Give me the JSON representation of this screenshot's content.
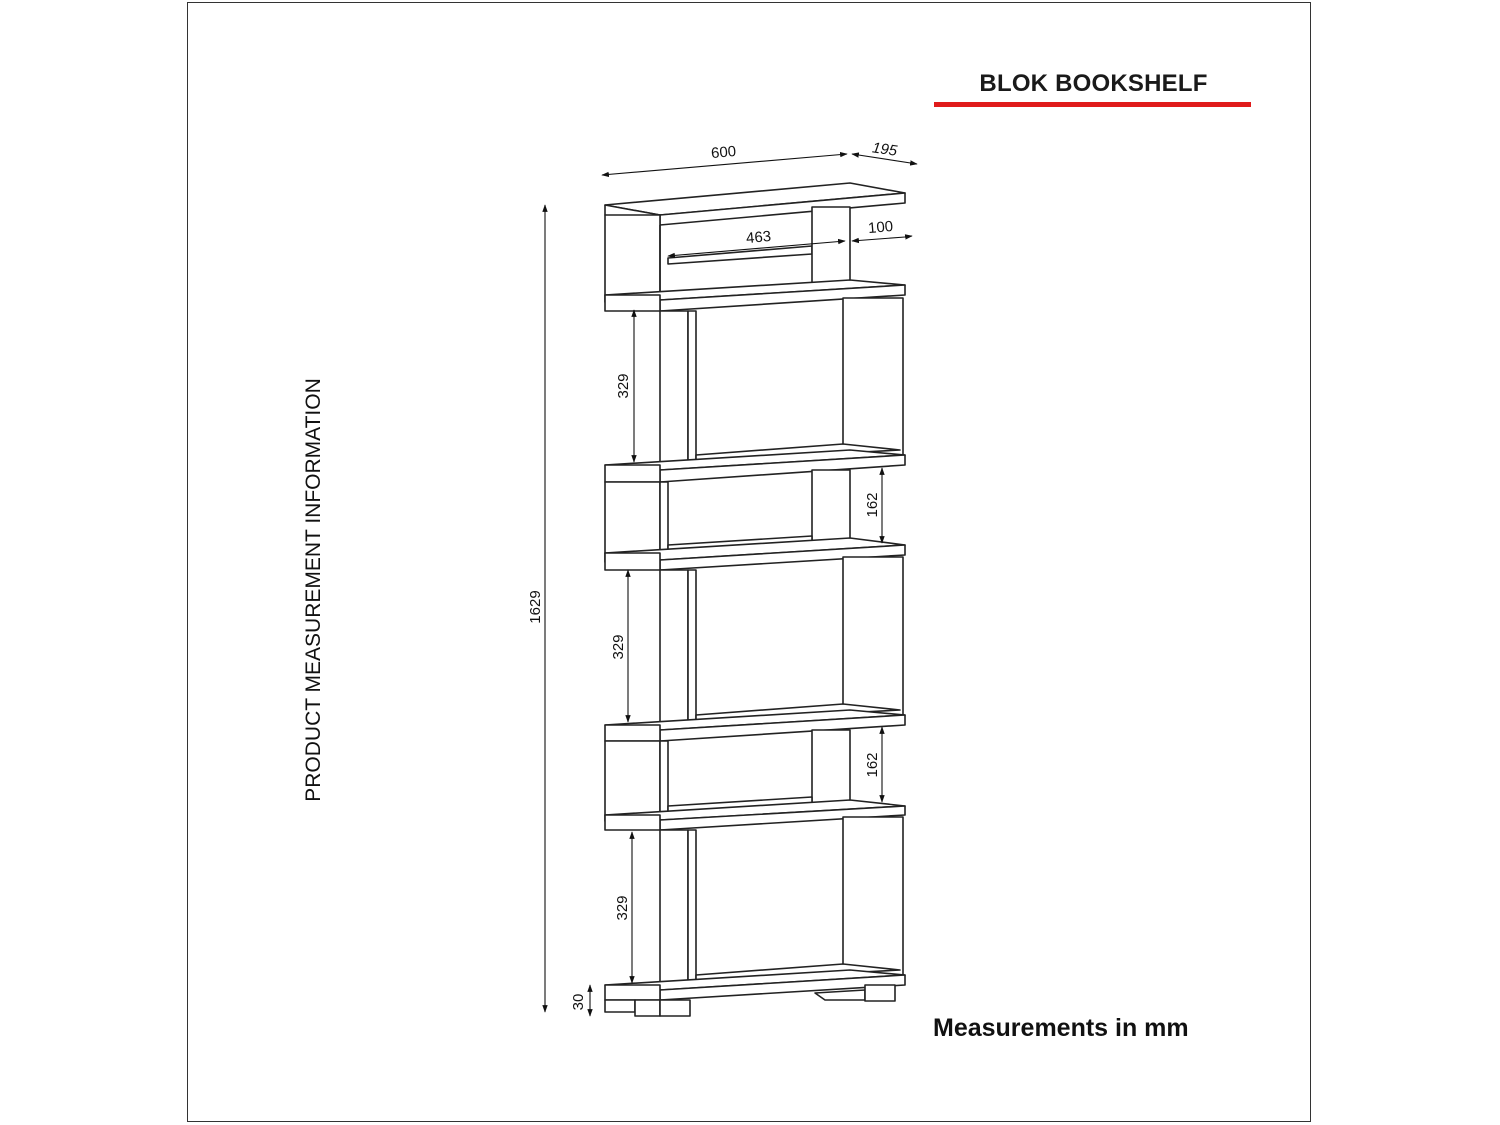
{
  "header": {
    "title": "BLOK BOOKSHELF",
    "accent_color": "#e01b1b"
  },
  "side_label": "PRODUCT MEASUREMENT INFORMATION",
  "footer": {
    "units_note": "Measurements in mm"
  },
  "dimensions": {
    "width": "600",
    "depth": "195",
    "inner_width": "463",
    "side_offset": "100",
    "total_height": "1629",
    "tall_compartment_1": "329",
    "tall_compartment_2": "329",
    "tall_compartment_3": "329",
    "short_compartment_1": "162",
    "short_compartment_2": "162",
    "base_height": "30"
  }
}
